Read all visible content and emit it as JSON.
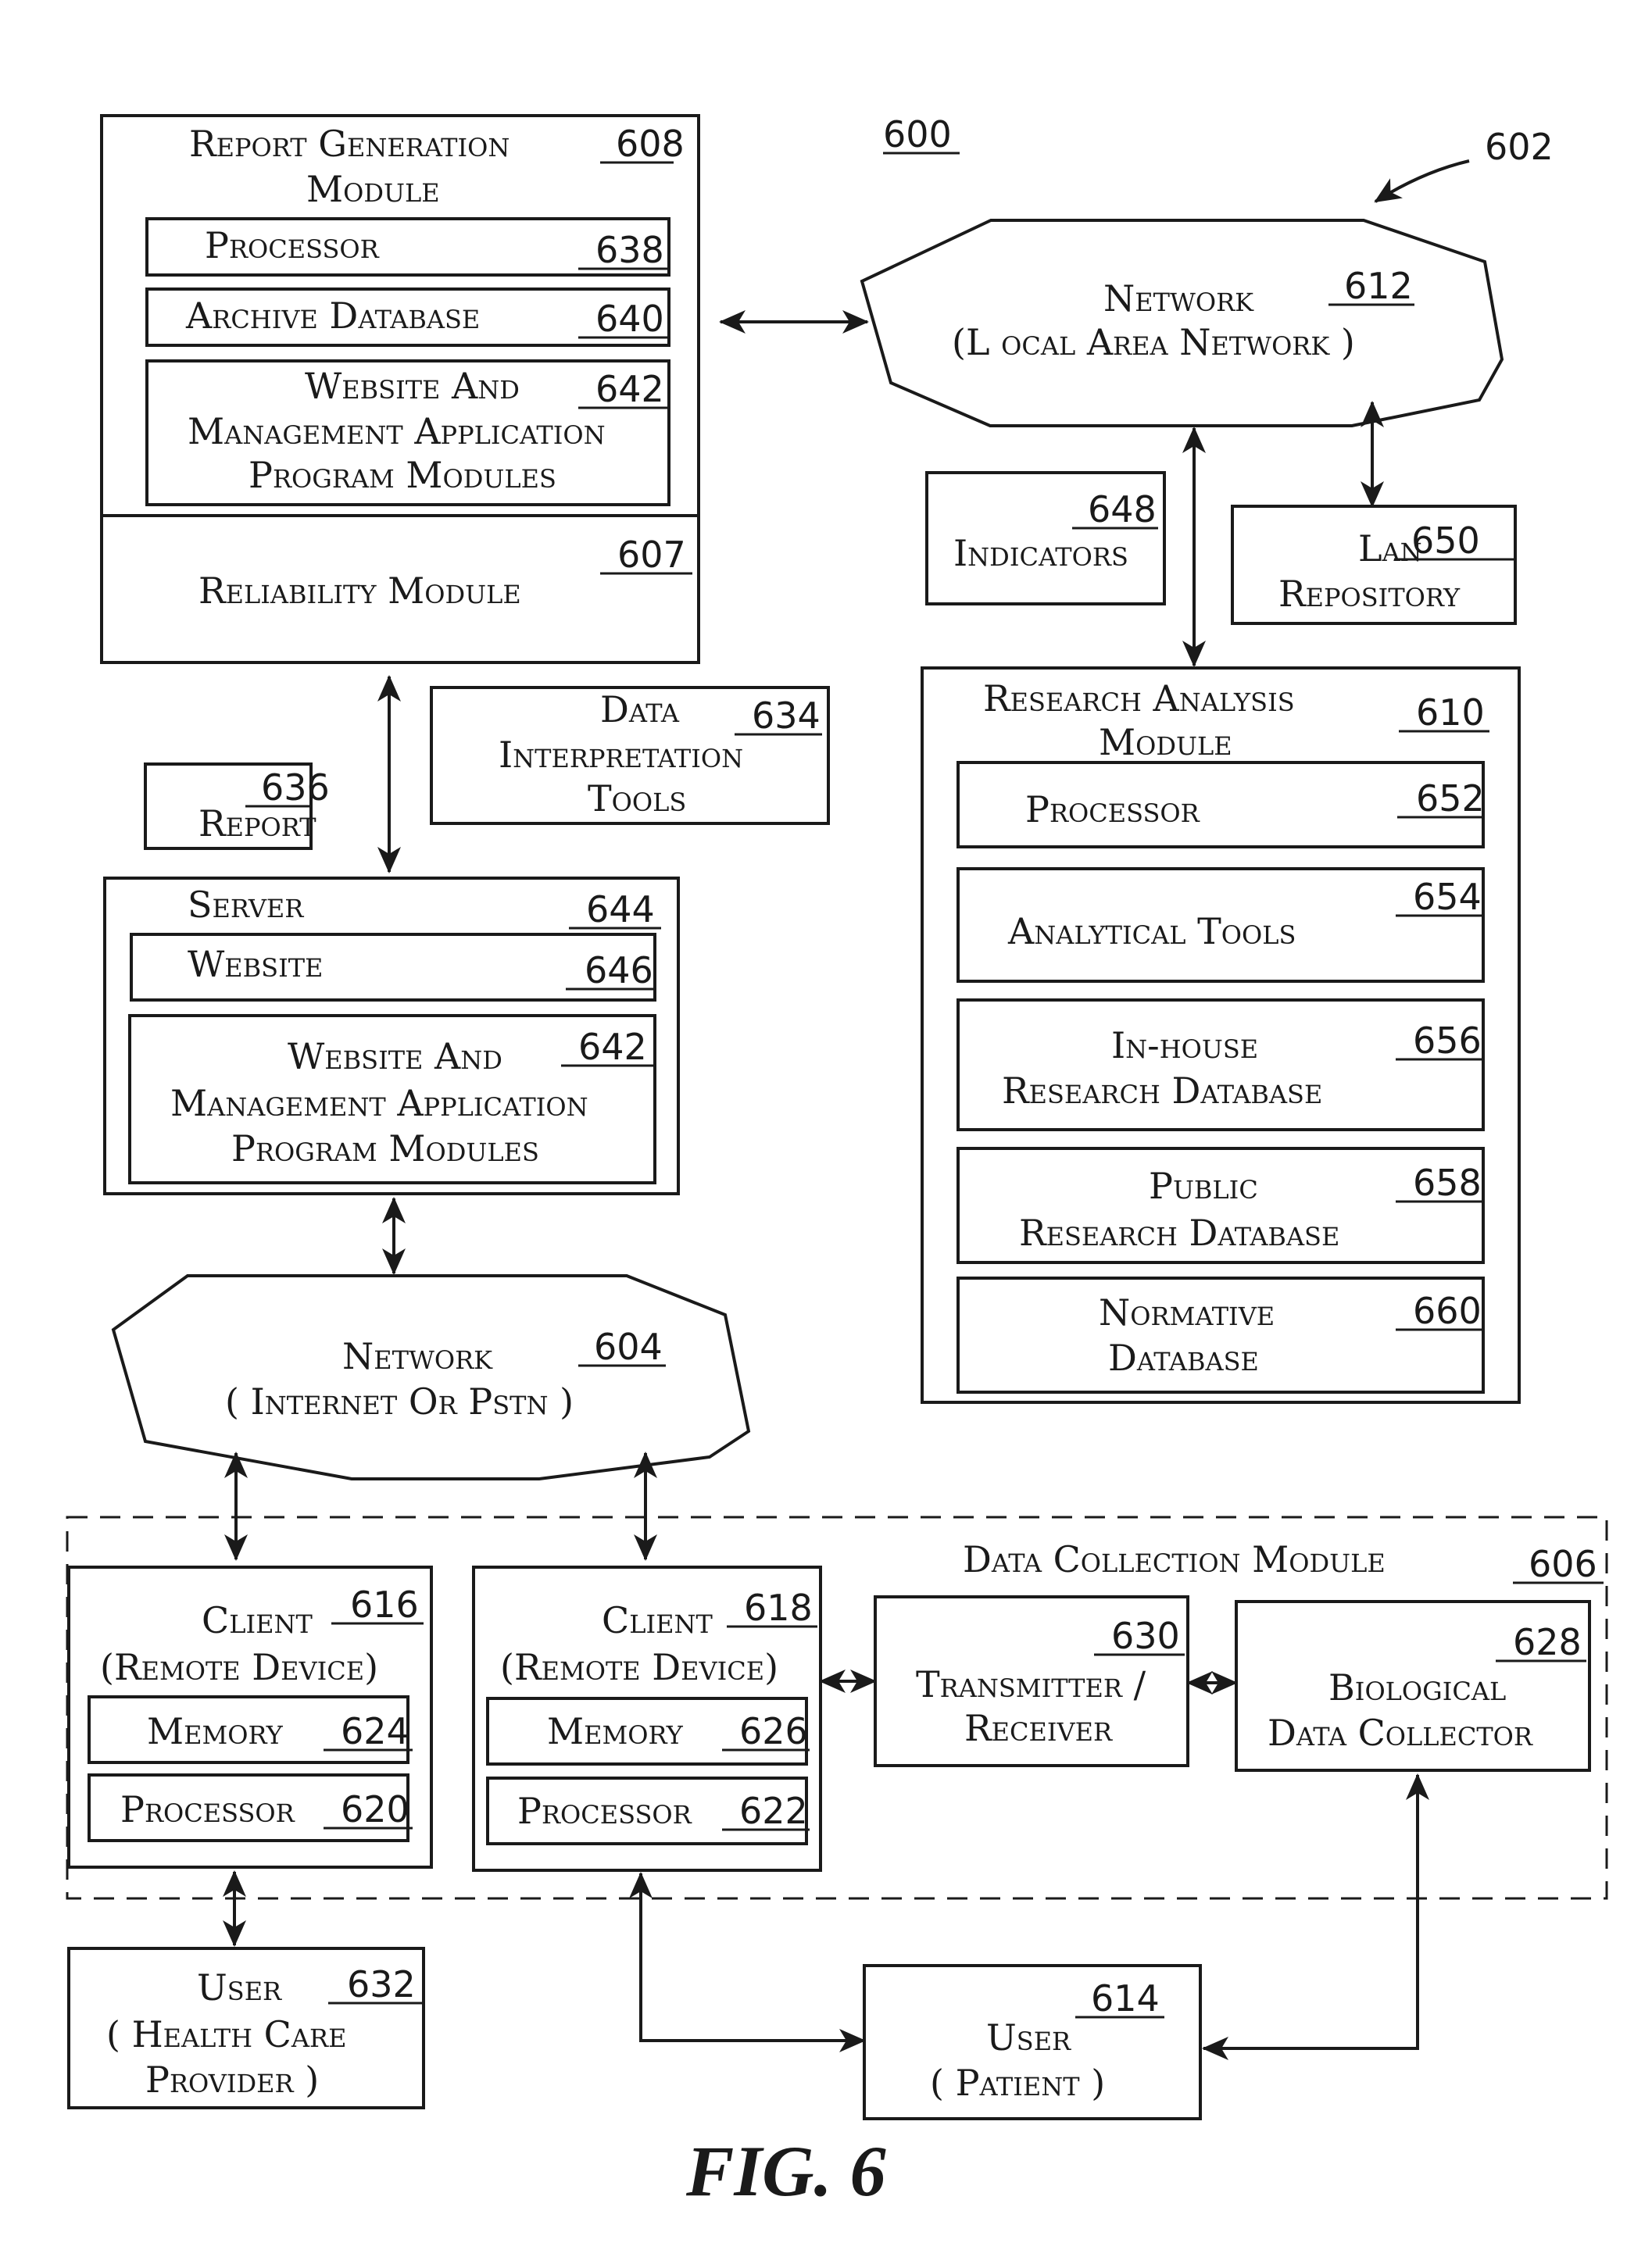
{
  "ref_600": "600",
  "ref_602": "602",
  "figure_caption": "FIG. 6",
  "report_generation": {
    "title_1": "Report Generation",
    "title_2": "Module",
    "num": "608",
    "processor": "Processor",
    "processor_num": "638",
    "archive": "Archive Database",
    "archive_num": "640",
    "website_mgmt_1": "Website And",
    "website_mgmt_2": "Management Application",
    "website_mgmt_3": "Program Modules",
    "website_mgmt_num": "642",
    "reliability": "Reliability Module",
    "reliability_num": "607"
  },
  "network_lan": {
    "line1": "Network",
    "line2": "(L ocal Area Network )",
    "num": "612"
  },
  "indicators": {
    "label": "Indicators",
    "num": "648"
  },
  "lan_repository": {
    "line1": "Lan",
    "line2": "Repository",
    "num": "650"
  },
  "data_interpretation": {
    "line1": "Data",
    "line2": "Interpretation",
    "line3": "Tools",
    "num": "634"
  },
  "report": {
    "label": "Report",
    "num": "636"
  },
  "server": {
    "title": "Server",
    "num": "644",
    "website": "Website",
    "website_num": "646",
    "website_mgmt_1": "Website And",
    "website_mgmt_2": "Management Application",
    "website_mgmt_3": "Program Modules",
    "website_mgmt_num": "642"
  },
  "network_internet": {
    "line1": "Network",
    "line2": "( Internet Or Pstn )",
    "num": "604"
  },
  "research": {
    "title_1": "Research Analysis",
    "title_2": "Module",
    "num": "610",
    "processor": "Processor",
    "processor_num": "652",
    "analytical": "Analytical Tools",
    "analytical_num": "654",
    "inhouse_1": "In-house",
    "inhouse_2": "Research Database",
    "inhouse_num": "656",
    "public_1": "Public",
    "public_2": "Research Database",
    "public_num": "658",
    "normative_1": "Normative",
    "normative_2": "Database",
    "normative_num": "660"
  },
  "data_collection": {
    "title": "Data Collection Module",
    "num": "606"
  },
  "client_616": {
    "line1": "Client",
    "line2": "(Remote Device)",
    "num": "616",
    "memory": "Memory",
    "memory_num": "624",
    "processor": "Processor",
    "processor_num": "620"
  },
  "client_618": {
    "line1": "Client",
    "line2": "(Remote Device)",
    "num": "618",
    "memory": "Memory",
    "memory_num": "626",
    "processor": "Processor",
    "processor_num": "622"
  },
  "transmitter": {
    "line1": "Transmitter /",
    "line2": "Receiver",
    "num": "630"
  },
  "bio_collector": {
    "line1": "Biological",
    "line2": "Data Collector",
    "num": "628"
  },
  "user_hcp": {
    "line1": "User",
    "line2": "( Health Care",
    "line3": "Provider )",
    "num": "632"
  },
  "user_patient": {
    "line1": "User",
    "line2": "( Patient )",
    "num": "614"
  }
}
